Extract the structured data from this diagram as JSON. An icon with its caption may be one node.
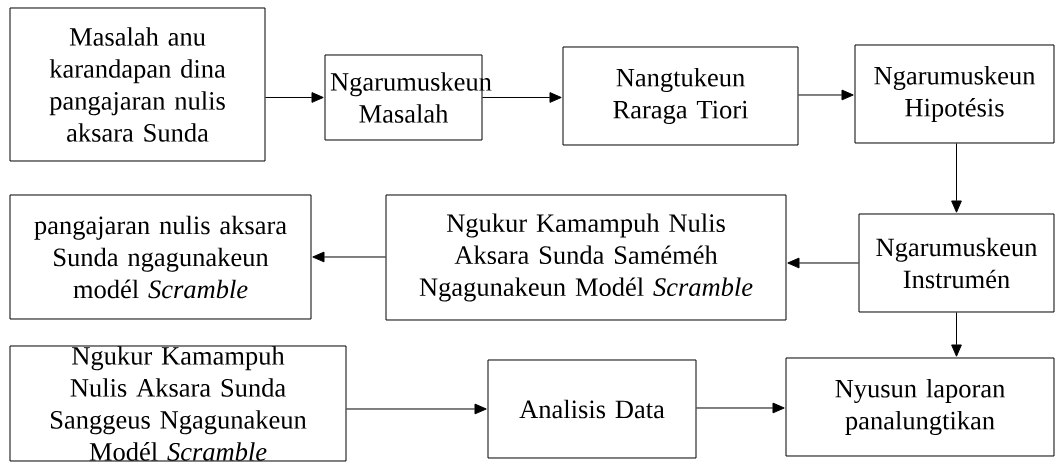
{
  "diagram": {
    "nodes": [
      {
        "text": [
          "Masalah anu karandapan dina pangajaran nulis aksara Sunda"
        ]
      },
      {
        "text": [
          "Ngarumuskeun Masalah"
        ]
      },
      {
        "text": [
          "Nangtukeun Raraga Tiori"
        ]
      },
      {
        "text": [
          "Ngarumuskeun Hipotésis"
        ]
      },
      {
        "text": [
          "pangajaran nulis aksara Sunda ngagunakeun modél *Scramble*"
        ]
      },
      {
        "text": [
          "Ngukur Kamampuh Nulis Aksara Sunda Saméméh Ngagunakeun Modél *Scramble*"
        ]
      },
      {
        "text": [
          "Ngarumuskeun Instrumén"
        ]
      },
      {
        "text": [
          "Ngukur Kamampuh Nulis Aksara Sunda Sanggeus Ngagunakeun Modél *Scramble*"
        ]
      },
      {
        "text": [
          "Analisis Data"
        ]
      },
      {
        "text": [
          "Nyusun laporan panalungtikan"
        ]
      }
    ],
    "edges": [
      {
        "from": 0,
        "to": 1,
        "arrow": "to"
      },
      {
        "from": 1,
        "to": 2,
        "arrow": "to"
      },
      {
        "from": 2,
        "to": 3,
        "arrow": "to"
      },
      {
        "from": 3,
        "to": 6,
        "arrow": "to"
      },
      {
        "from": 6,
        "to": 5,
        "arrow": "to"
      },
      {
        "from": 5,
        "to": 4,
        "arrow": "to"
      },
      {
        "from": 6,
        "to": 9,
        "arrow": "to"
      },
      {
        "from": 7,
        "to": 8,
        "arrow": "to"
      },
      {
        "from": 8,
        "to": 9,
        "arrow": "to"
      }
    ]
  }
}
